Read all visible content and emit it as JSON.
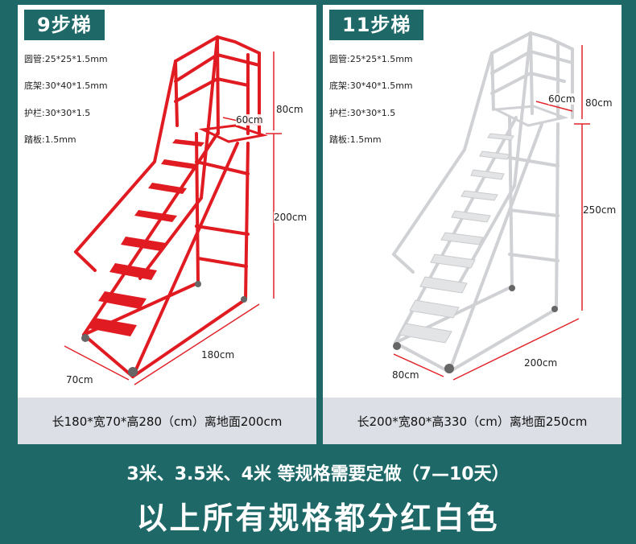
{
  "colors": {
    "background": "#1e6968",
    "red_ladder": "#e01b22",
    "white_ladder": "#e9eaec",
    "footer": "#dcdfe6",
    "dimension": "#e0242b"
  },
  "left": {
    "title": "9步梯",
    "specs": [
      "圆管:25*25*1.5mm",
      "底架:30*40*1.5mm",
      "护栏:30*30*1.5",
      "踏板:1.5mm"
    ],
    "dims": {
      "guard": "80cm",
      "platform": "60cm",
      "height": "200cm",
      "length": "180cm",
      "width": "70cm"
    },
    "footer": "长180*宽70*高280（cm）离地面200cm"
  },
  "right": {
    "title": "11步梯",
    "specs": [
      "圆管:25*25*1.5mm",
      "底架:30*40*1.5mm",
      "护栏:30*30*1.5",
      "踏板:1.5mm"
    ],
    "dims": {
      "guard": "80cm",
      "platform": "60cm",
      "height": "250cm",
      "length": "200cm",
      "width": "80cm"
    },
    "footer": "长200*宽80*高330（cm）离地面250cm"
  },
  "note": "3米、3.5米、4米 等规格需要定做（7—10天）",
  "slogan": "以上所有规格都分红白色"
}
